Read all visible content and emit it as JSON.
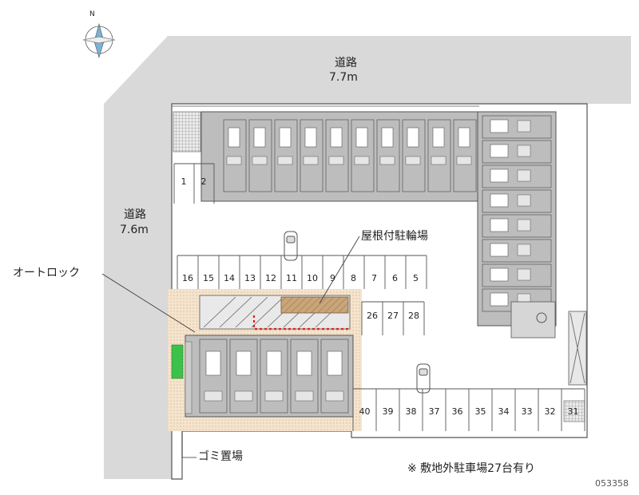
{
  "compass": {
    "label": "N"
  },
  "roads": {
    "top": {
      "name": "道路",
      "width": "7.7m"
    },
    "left": {
      "name": "道路",
      "width": "7.6m"
    }
  },
  "callouts": {
    "autolock": "オートロック",
    "bike_shelter": "屋根付駐輪場",
    "garbage": "ゴミ置場"
  },
  "parking": {
    "upper_left": [
      "1",
      "2"
    ],
    "row_north": [
      "16",
      "15",
      "14",
      "13",
      "12",
      "11",
      "10",
      "9",
      "8",
      "7",
      "6",
      "5"
    ],
    "row_middle": [
      "26",
      "27",
      "28"
    ],
    "row_south": [
      "40",
      "39",
      "38",
      "37",
      "36",
      "35",
      "34",
      "33",
      "32",
      "31"
    ]
  },
  "note": "※ 敷地外駐車場27台有り",
  "code": "053358",
  "colors": {
    "road": "#d9d9d9",
    "building": "#bdbdbd",
    "outline": "#555555",
    "focus_fill": "#f4e4cf",
    "focus_dots": "#e8c9a0",
    "bike_shelter": "#c9a57a",
    "autolock_marker": "#e02020",
    "green": "#3cc24a"
  }
}
